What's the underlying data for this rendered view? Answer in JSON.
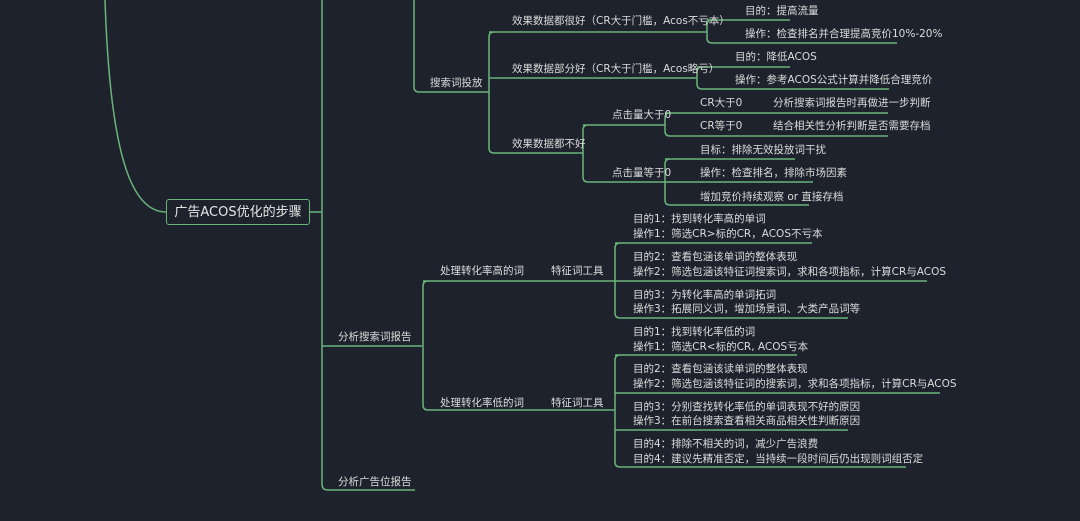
{
  "root": "广告ACOS优化的步骤",
  "colors": {
    "background": "#1e222c",
    "line": "#6ab47a",
    "text": "#dcdcdc"
  },
  "search_term_targeting": {
    "label": "搜索词投放",
    "good": {
      "label": "效果数据都很好（CR大于门槛，Acos不亏本）",
      "goal": "目的：提高流量",
      "action": "操作：检查排名并合理提高竞价10%-20%"
    },
    "partial": {
      "label": "效果数据部分好（CR大于门槛，Acos略亏）",
      "goal": "目的：降低ACOS",
      "action": "操作：参考ACOS公式计算并降低合理竞价"
    },
    "bad": {
      "label": "效果数据都不好",
      "clicks_gt0": {
        "label": "点击量大于0",
        "cr_gt0": "CR大于0",
        "cr_gt0_action": "分析搜索词报告时再做进一步判断",
        "cr_eq0": "CR等于0",
        "cr_eq0_action": "结合相关性分析判断是否需要存档"
      },
      "clicks_eq0": {
        "label": "点击量等于0",
        "items": [
          "目标：排除无效投放词干扰",
          "操作：检查排名，排除市场因素",
          "增加竞价持续观察 or 直接存档"
        ]
      }
    }
  },
  "search_term_report": {
    "label": "分析搜索词报告",
    "high": {
      "label": "处理转化率高的词",
      "tool": "特征词工具",
      "items": [
        [
          "目的1：找到转化率高的单词",
          "操作1：筛选CR>标的CR，ACOS不亏本"
        ],
        [
          "目的2：查看包涵该单词的整体表现",
          "操作2：筛选包涵该特征词搜索词，求和各项指标，计算CR与ACOS"
        ],
        [
          "目的3：为转化率高的单词拓词",
          "操作3：拓展同义词，增加场景词、大类产品词等"
        ]
      ]
    },
    "low": {
      "label": "处理转化率低的词",
      "tool": "特征词工具",
      "items": [
        [
          "目的1：找到转化率低的词",
          "操作1：筛选CR<标的CR, ACOS亏本"
        ],
        [
          "目的2：查看包涵该读单词的整体表现",
          "操作2：筛选包涵该特征词的搜索词，求和各项指标，计算CR与ACOS"
        ],
        [
          "目的3：分别查找转化率低的单词表现不好的原因",
          "操作3：在前台搜索查看相关商品相关性判断原因"
        ],
        [
          "目的4：排除不相关的词，减少广告浪费",
          "目的4：建议先精准否定，当持续一段时间后仍出现则词组否定"
        ]
      ]
    }
  },
  "placement_report": {
    "label": "分析广告位报告"
  }
}
